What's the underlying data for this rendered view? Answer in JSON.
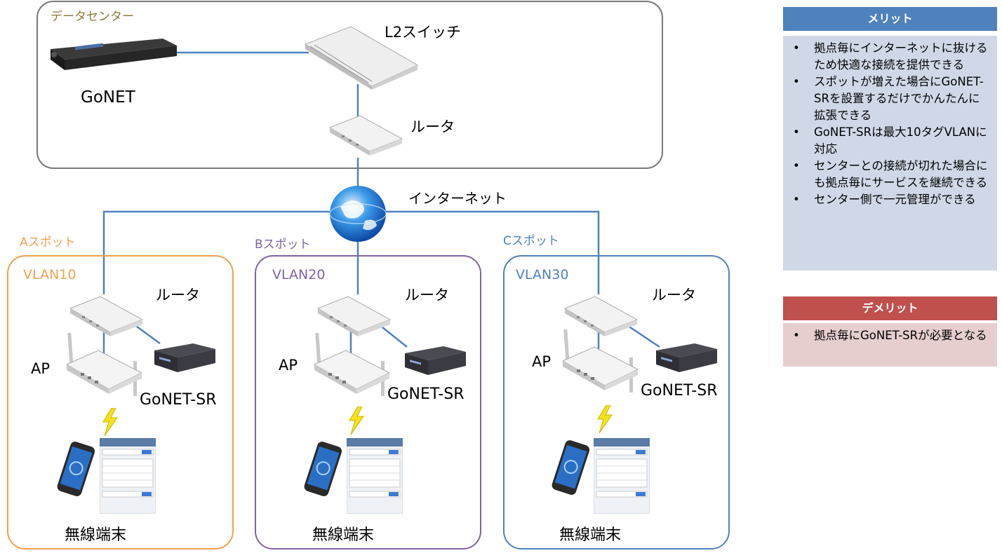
{
  "diagram": {
    "datacenter": {
      "title": "データセンター",
      "gonet_label": "GoNET",
      "switch_label": "L2スイッチ",
      "router_label": "ルータ"
    },
    "internet_label": "インターネット",
    "spots": [
      {
        "name": "Aスポット",
        "vlan": "VLAN10",
        "router_label": "ルータ",
        "ap_label": "AP",
        "sr_label": "GoNET-SR",
        "terminal_label": "無線端末",
        "color": "#f0a050"
      },
      {
        "name": "Bスポット",
        "vlan": "VLAN20",
        "router_label": "ルータ",
        "ap_label": "AP",
        "sr_label": "GoNET-SR",
        "terminal_label": "無線端末",
        "color": "#8064a2"
      },
      {
        "name": "Cスポット",
        "vlan": "VLAN30",
        "router_label": "ルータ",
        "ap_label": "AP",
        "sr_label": "GoNET-SR",
        "terminal_label": "無線端末",
        "color": "#4f81bd"
      }
    ],
    "wire_color": "#4f81bd"
  },
  "merits": {
    "title": "メリット",
    "header_color": "#4f81bd",
    "body_color": "#d0d8e8",
    "items": [
      "拠点毎にインターネットに抜けるため快適な接続を提供できる",
      "スポットが増えた場合にGoNET-SRを設置するだけでかんたんに拡張できる",
      "GoNET-SRは最大10タグVLANに対応",
      "センターとの接続が切れた場合にも拠点毎にサービスを継続できる",
      "センター側で一元管理ができる"
    ]
  },
  "demerits": {
    "title": "デメリット",
    "header_color": "#c0504d",
    "body_color": "#e6cece",
    "items": [
      "拠点毎にGoNET-SRが必要となる"
    ]
  },
  "icons": {
    "server": "rack-server-icon",
    "switch": "switch-icon",
    "router": "router-icon",
    "globe": "globe-icon",
    "mini_pc": "mini-pc-icon",
    "ap": "access-point-icon",
    "wireless": "lightning-bolt-icon",
    "phone": "smartphone-icon",
    "wifi_screen": "wifi-settings-screen-icon"
  }
}
